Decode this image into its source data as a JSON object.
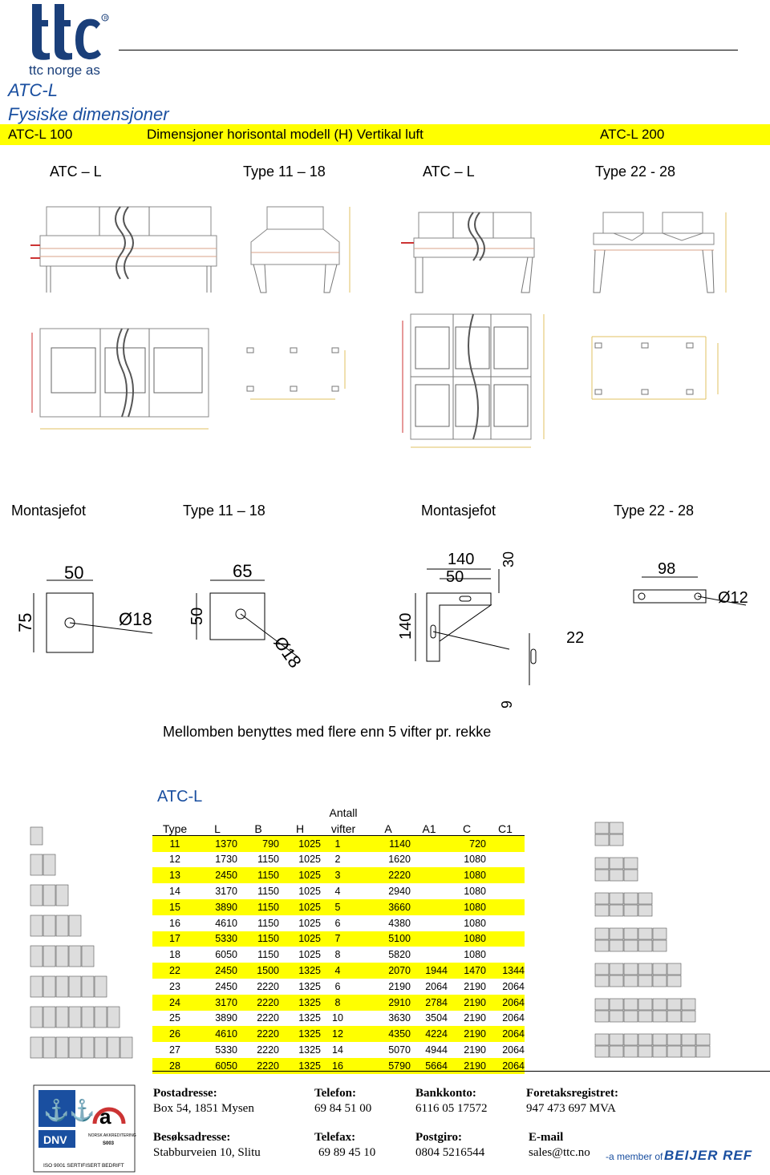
{
  "header": {
    "company": "ttc norge as",
    "title_line1": "ATC-L",
    "title_line2": "Fysiske dimensjoner",
    "bar_left": "ATC-L 100",
    "bar_center": "Dimensjoner horisontal modell (H) Vertikal luft",
    "bar_right": "ATC-L 200"
  },
  "drawing_labels": {
    "atc_l_1": "ATC – L",
    "type_1": "Type  11 – 18",
    "atc_l_2": "ATC – L",
    "type_2": "Type  22 - 28"
  },
  "foot_labels": {
    "montasjefot_1": "Montasjefot",
    "type_1": "Type 11 – 18",
    "montasjefot_2": "Montasjefot",
    "type_2": "Type 22 - 28"
  },
  "feet_dims": {
    "d50": "50",
    "d75": "75",
    "d18a": "Ø18",
    "d65": "65",
    "d50b": "50",
    "d18b": "Ø18",
    "d140": "140",
    "d50c": "50",
    "d30": "30",
    "d140v": "140",
    "d22": "22",
    "d9": "9",
    "d98": "98",
    "d12": "Ø12"
  },
  "note": "Mellomben benyttes med flere enn 5 vifter pr. rekke",
  "table": {
    "title": "ATC-L",
    "header_top": "Antall",
    "headers": [
      "Type",
      "L",
      "B",
      "H",
      "vifter",
      "A",
      "A1",
      "C",
      "C1"
    ],
    "rows": [
      [
        "11",
        "1370",
        "790",
        "1025",
        "1",
        "1140",
        "",
        "720",
        ""
      ],
      [
        "12",
        "1730",
        "1150",
        "1025",
        "2",
        "1620",
        "",
        "1080",
        ""
      ],
      [
        "13",
        "2450",
        "1150",
        "1025",
        "3",
        "2220",
        "",
        "1080",
        ""
      ],
      [
        "14",
        "3170",
        "1150",
        "1025",
        "4",
        "2940",
        "",
        "1080",
        ""
      ],
      [
        "15",
        "3890",
        "1150",
        "1025",
        "5",
        "3660",
        "",
        "1080",
        ""
      ],
      [
        "16",
        "4610",
        "1150",
        "1025",
        "6",
        "4380",
        "",
        "1080",
        ""
      ],
      [
        "17",
        "5330",
        "1150",
        "1025",
        "7",
        "5100",
        "",
        "1080",
        ""
      ],
      [
        "18",
        "6050",
        "1150",
        "1025",
        "8",
        "5820",
        "",
        "1080",
        ""
      ],
      [
        "22",
        "2450",
        "1500",
        "1325",
        "4",
        "2070",
        "1944",
        "1470",
        "1344"
      ],
      [
        "23",
        "2450",
        "2220",
        "1325",
        "6",
        "2190",
        "2064",
        "2190",
        "2064"
      ],
      [
        "24",
        "3170",
        "2220",
        "1325",
        "8",
        "2910",
        "2784",
        "2190",
        "2064"
      ],
      [
        "25",
        "3890",
        "2220",
        "1325",
        "10",
        "3630",
        "3504",
        "2190",
        "2064"
      ],
      [
        "26",
        "4610",
        "2220",
        "1325",
        "12",
        "4350",
        "4224",
        "2190",
        "2064"
      ],
      [
        "27",
        "5330",
        "2220",
        "1325",
        "14",
        "5070",
        "4944",
        "2190",
        "2064"
      ],
      [
        "28",
        "6050",
        "2220",
        "1325",
        "16",
        "5790",
        "5664",
        "2190",
        "2064"
      ]
    ],
    "highlight_rows": [
      0,
      2,
      4,
      6,
      8,
      10,
      12,
      14
    ]
  },
  "footer": {
    "postadresse_label": "Postadresse:",
    "postadresse": "Box 54, 1851 Mysen",
    "telefon_label": "Telefon:",
    "telefon": "69 84 51 00",
    "bankkonto_label": "Bankkonto:",
    "bankkonto": "6116 05 17572",
    "foretak_label": "Foretaksregistret:",
    "foretak": "947 473 697 MVA",
    "besok_label": "Besøksadresse:",
    "besok": "Stabburveien 10, Slitu",
    "telefax_label": "Telefax:",
    "telefax": "69 89 45 10",
    "postgiro_label": "Postgiro:",
    "postgiro": "0804 5216544",
    "email_label": "E-mail",
    "email": "sales@ttc.no",
    "member": "-a member of",
    "beijer": "BEIJER REF",
    "cert_dnv": "DNV",
    "cert_norsk": "NORSK AKKREDITERING",
    "cert_code": "S003",
    "cert_iso": "ISO 9001 SERTIFISERT BEDRIFT"
  },
  "colors": {
    "title_blue": "#1a4fa0",
    "highlight": "#ffff00",
    "logo_blue": "#1a3f7a"
  }
}
